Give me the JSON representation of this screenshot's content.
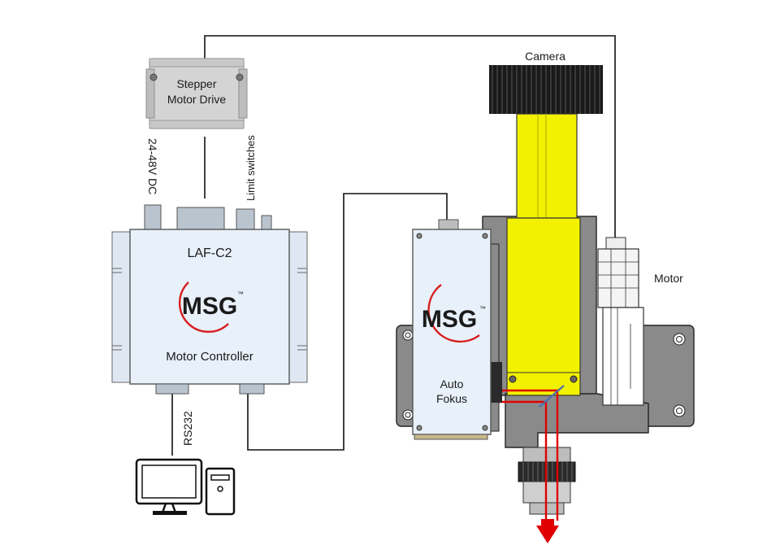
{
  "labels": {
    "camera": "Camera",
    "motor": "Motor",
    "stepper_line1": "Stepper",
    "stepper_line2": "Motor Drive",
    "dc_power": "24-48V DC",
    "limit_switches": "Limit switches",
    "controller_model": "LAF-C2",
    "controller_name": "Motor Controller",
    "rs232": "RS232",
    "autofocus_line1": "Auto",
    "autofocus_line2": "Fokus"
  },
  "logos": {
    "brand": "MSG",
    "trademark": "™"
  },
  "colors": {
    "module_fill": "#e8f0fa",
    "stepper_fill": "#d4d4d4",
    "tube_yellow": "#f2f200",
    "housing_gray": "#8a8a8a",
    "laser_red": "#e00000",
    "logo_arc_red": "#d81e1e"
  }
}
